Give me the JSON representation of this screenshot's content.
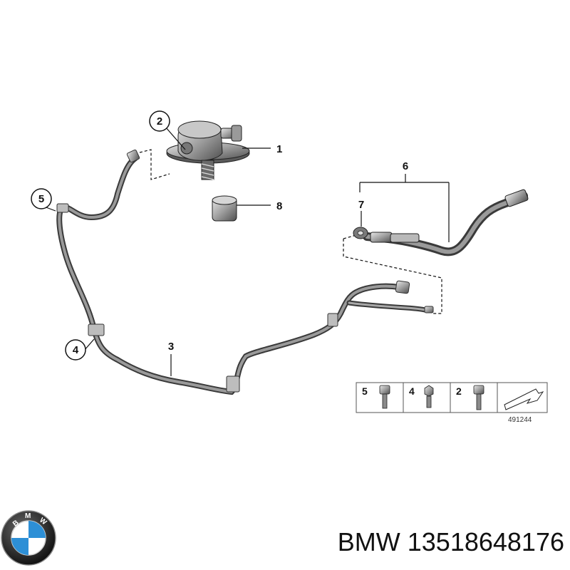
{
  "diagram": {
    "callouts": [
      {
        "id": "c1",
        "label": "1"
      },
      {
        "id": "c2",
        "label": "2"
      },
      {
        "id": "c3",
        "label": "3"
      },
      {
        "id": "c4",
        "label": "4"
      },
      {
        "id": "c5",
        "label": "5"
      },
      {
        "id": "c6",
        "label": "6"
      },
      {
        "id": "c7",
        "label": "7"
      },
      {
        "id": "c8",
        "label": "8"
      }
    ],
    "legend": {
      "items": [
        {
          "label": "5",
          "icon": "socket-head-bolt-icon"
        },
        {
          "label": "4",
          "icon": "hex-flange-bolt-icon"
        },
        {
          "label": "2",
          "icon": "socket-head-bolt-icon"
        }
      ],
      "reference": "491244",
      "nav_icon": "arrow-icon"
    }
  },
  "logo": {
    "text": "BMW"
  },
  "brand": {
    "name": "BMW",
    "part_number": "13518648176"
  },
  "colors": {
    "pipe": "#7a7a7a",
    "pipe_dark": "#3a3a3a",
    "line": "#111111",
    "logo_blue": "#2d8fd6"
  }
}
